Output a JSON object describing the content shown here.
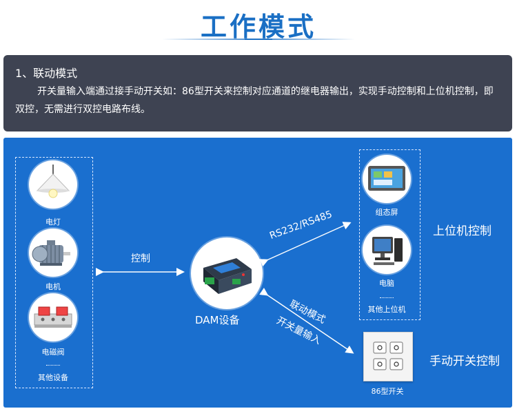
{
  "header": {
    "title": "工作模式"
  },
  "intro": {
    "heading": "1、联动模式",
    "body": "开关量输入端通过接手动开关如：86型开关来控制对应通道的继电器输出，实现手动控制和上位机控制，即双控，无需进行双控电路布线。"
  },
  "devices": {
    "lamp": "电灯",
    "motor": "电机",
    "valve": "电磁阀",
    "other": "其他设备"
  },
  "links": {
    "control": "控制",
    "serial": "RS232/RS485",
    "linkage": "联动模式",
    "switch_input": "开关量输入"
  },
  "center": {
    "name": "DAM设备"
  },
  "upper": {
    "touch_screen": "组态屏",
    "computer": "电脑",
    "other_host": "其他上位机",
    "caption": "上位机控制"
  },
  "manual": {
    "switch": "86型开关",
    "caption": "手动开关控制"
  }
}
